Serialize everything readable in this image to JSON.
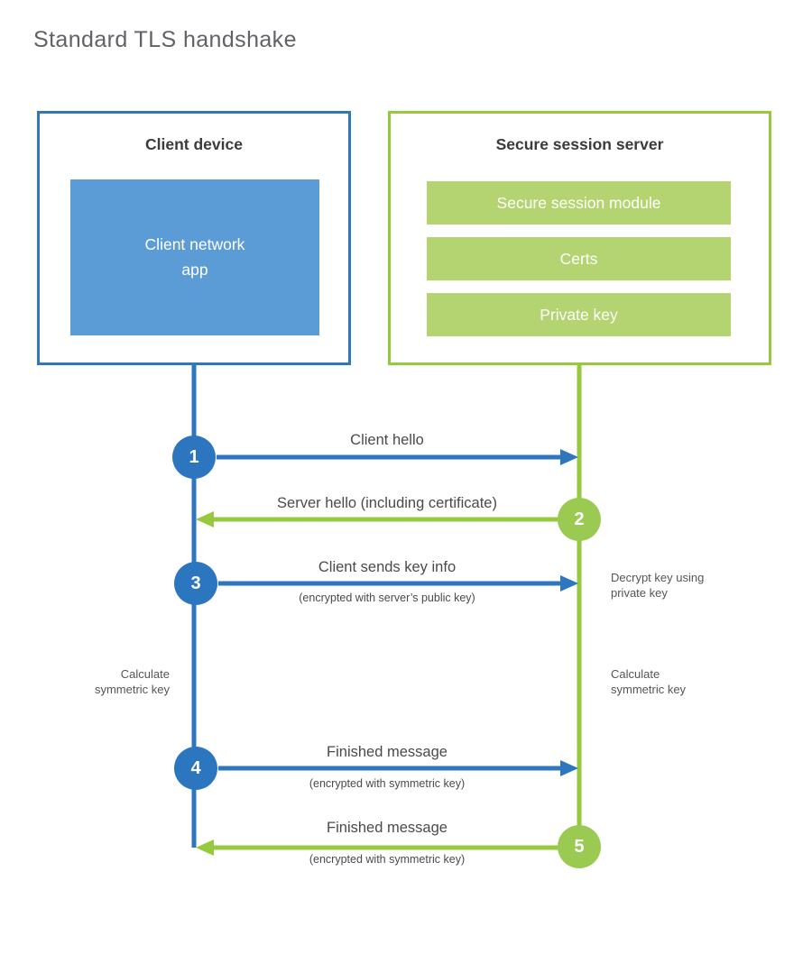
{
  "title": "Standard TLS handshake",
  "colors": {
    "blue": "#2e76be",
    "blue_fill": "#5c9cd6",
    "green": "#97c93f",
    "green_circle": "#9bca52",
    "green_fill": "#b4d471",
    "text_dark": "#3b3b3b",
    "text_mid": "#4a4a4a"
  },
  "client_box": {
    "title": "Client device",
    "app_label": "Client network\napp"
  },
  "server_box": {
    "title": "Secure session server",
    "modules": [
      "Secure session module",
      "Certs",
      "Private key"
    ]
  },
  "steps": [
    {
      "num": "1",
      "actor": "client",
      "direction": "right",
      "label": "Client hello",
      "sublabel": ""
    },
    {
      "num": "2",
      "actor": "server",
      "direction": "left",
      "label": "Server hello (including certificate)",
      "sublabel": ""
    },
    {
      "num": "3",
      "actor": "client",
      "direction": "right",
      "label": "Client sends key info",
      "sublabel": "(encrypted with server’s public key)"
    },
    {
      "num": "4",
      "actor": "client",
      "direction": "right",
      "label": "Finished message",
      "sublabel": "(encrypted with symmetric key)"
    },
    {
      "num": "5",
      "actor": "server",
      "direction": "left",
      "label": "Finished message",
      "sublabel": "(encrypted with symmetric key)"
    }
  ],
  "notes": {
    "decrypt": "Decrypt key using\nprivate key",
    "calc_left": "Calculate\nsymmetric key",
    "calc_right": "Calculate\nsymmetric key"
  }
}
